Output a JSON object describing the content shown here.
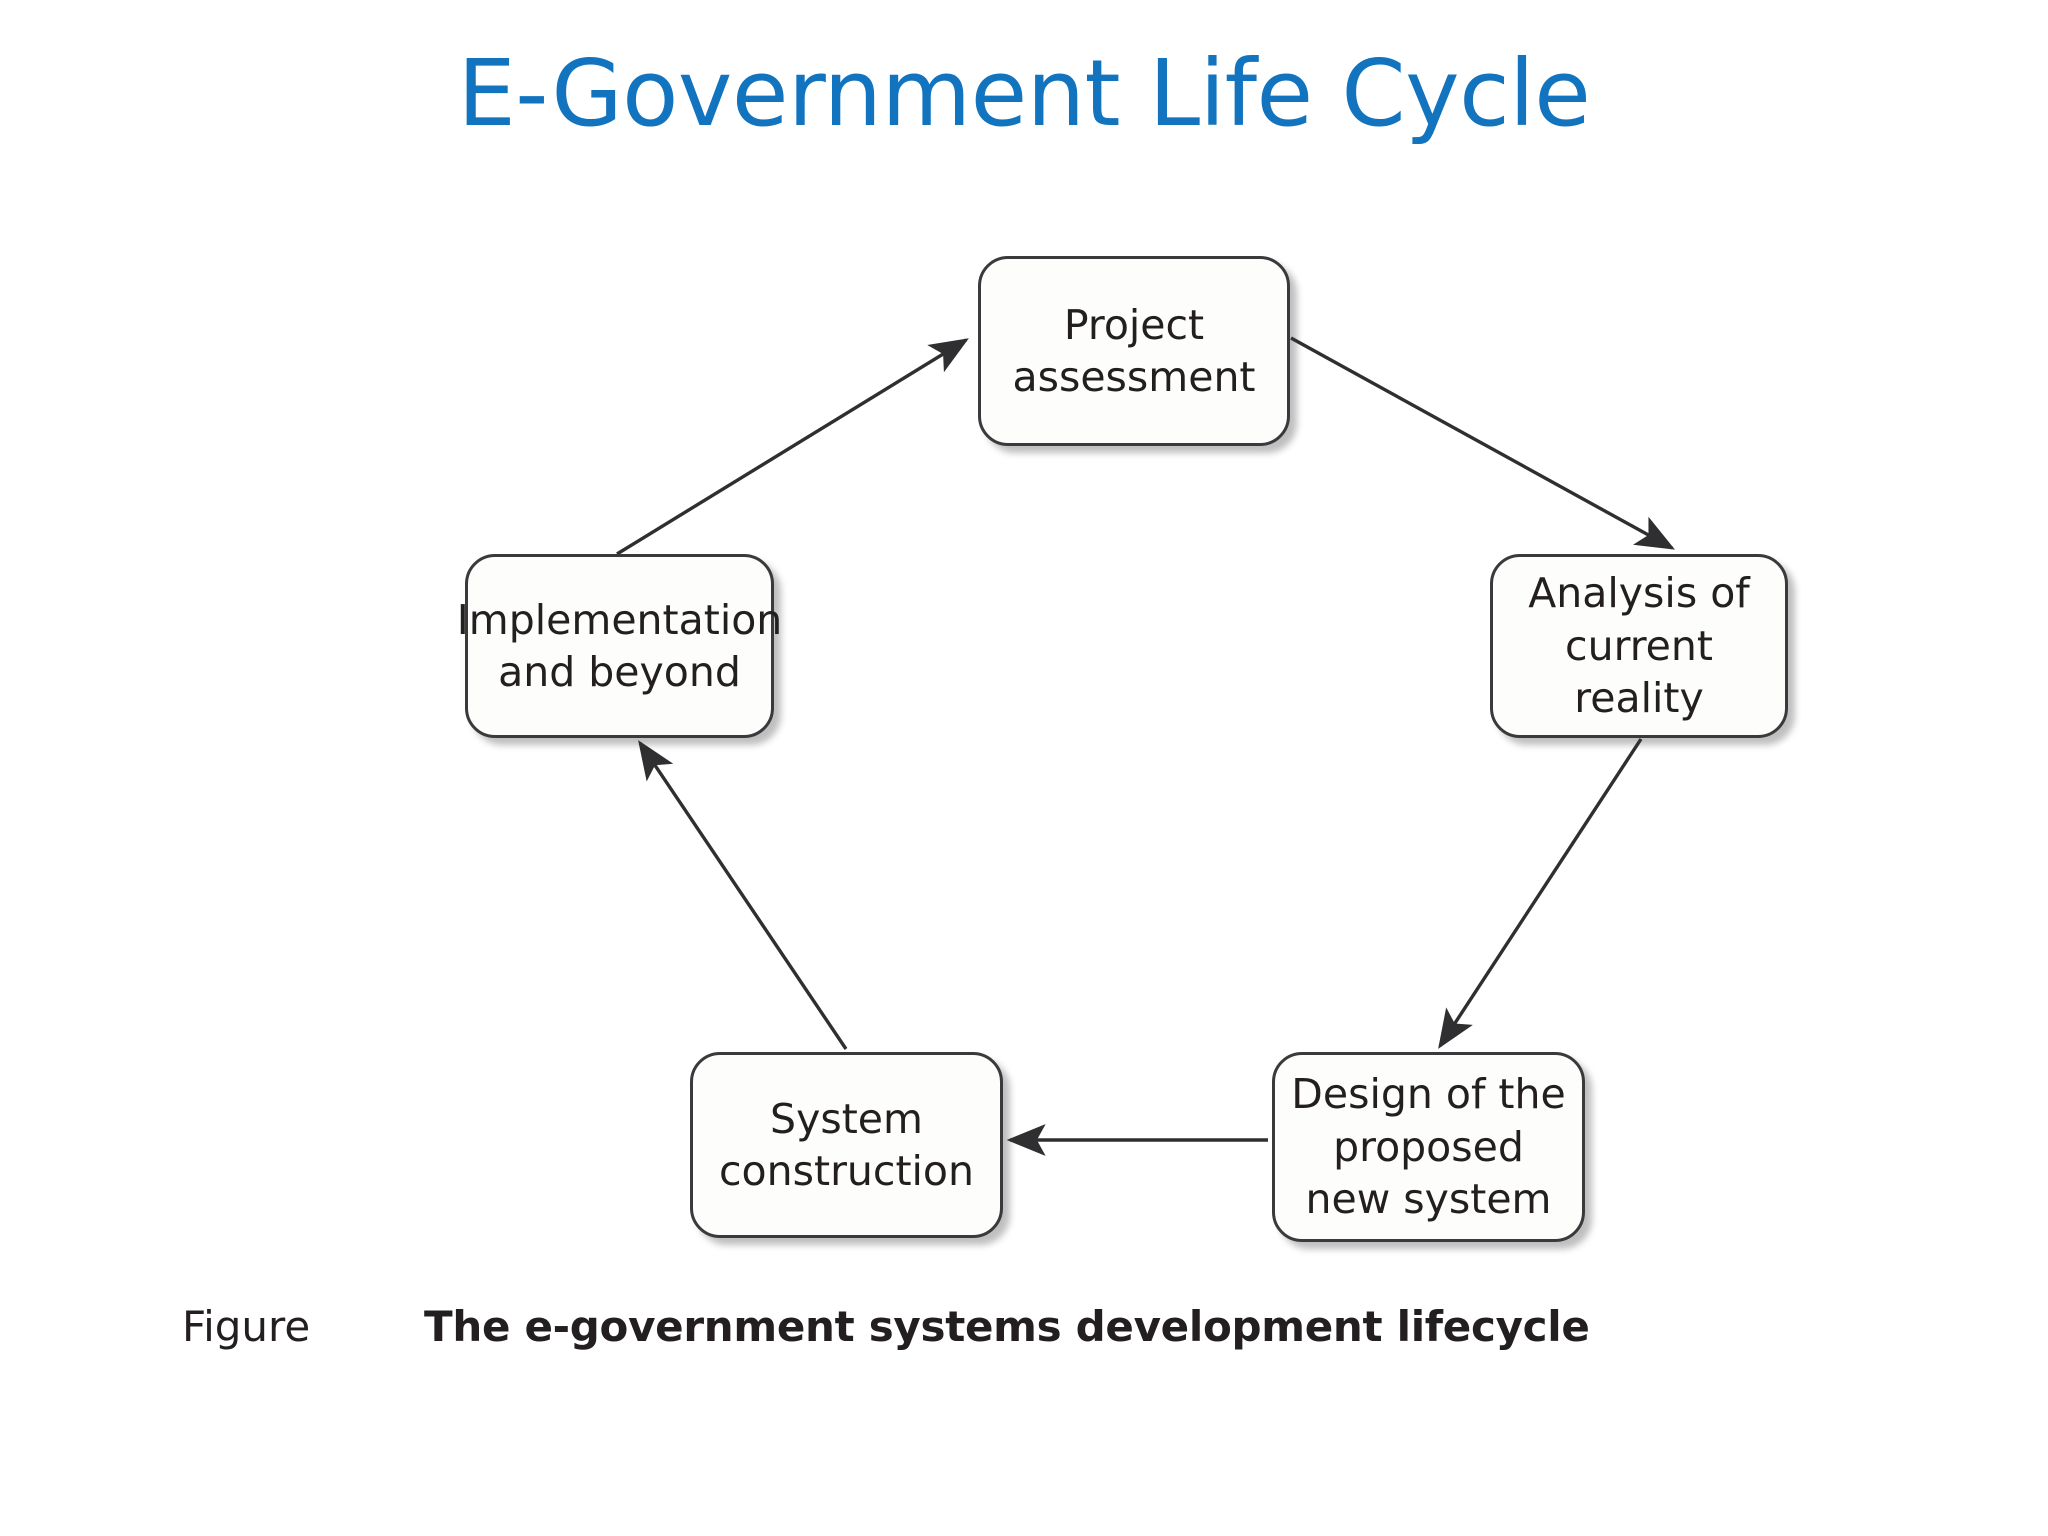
{
  "slide": {
    "title": "E-Government Life Cycle",
    "title_color": "#1273be",
    "background": "#ffffff"
  },
  "diagram": {
    "type": "cycle",
    "node_border_color": "#3a3a3c",
    "node_fill_color": "#fdfdfb",
    "arrow_color": "#2f2f31",
    "nodes": [
      {
        "id": "project",
        "label": "Project\nassessment",
        "line1": "Project",
        "line2": "assessment",
        "line3": ""
      },
      {
        "id": "analysis",
        "label": "Analysis of\ncurrent reality",
        "line1": "Analysis of",
        "line2": "current reality",
        "line3": ""
      },
      {
        "id": "design",
        "label": "Design of the\nproposed\nnew system",
        "line1": "Design of the",
        "line2": "proposed",
        "line3": "new system"
      },
      {
        "id": "system",
        "label": "System\nconstruction",
        "line1": "System",
        "line2": "construction",
        "line3": ""
      },
      {
        "id": "implement",
        "label": "Implementation\nand beyond",
        "line1": "Implementation",
        "line2": "and beyond",
        "line3": ""
      }
    ],
    "edges": [
      {
        "from": "project",
        "to": "analysis",
        "direction": "down-right"
      },
      {
        "from": "analysis",
        "to": "design",
        "direction": "down-left"
      },
      {
        "from": "design",
        "to": "system",
        "direction": "left"
      },
      {
        "from": "system",
        "to": "implement",
        "direction": "up-left"
      },
      {
        "from": "implement",
        "to": "project",
        "direction": "up-right"
      }
    ]
  },
  "caption": {
    "word": "Figure",
    "text": "The e-government systems development lifecycle"
  }
}
